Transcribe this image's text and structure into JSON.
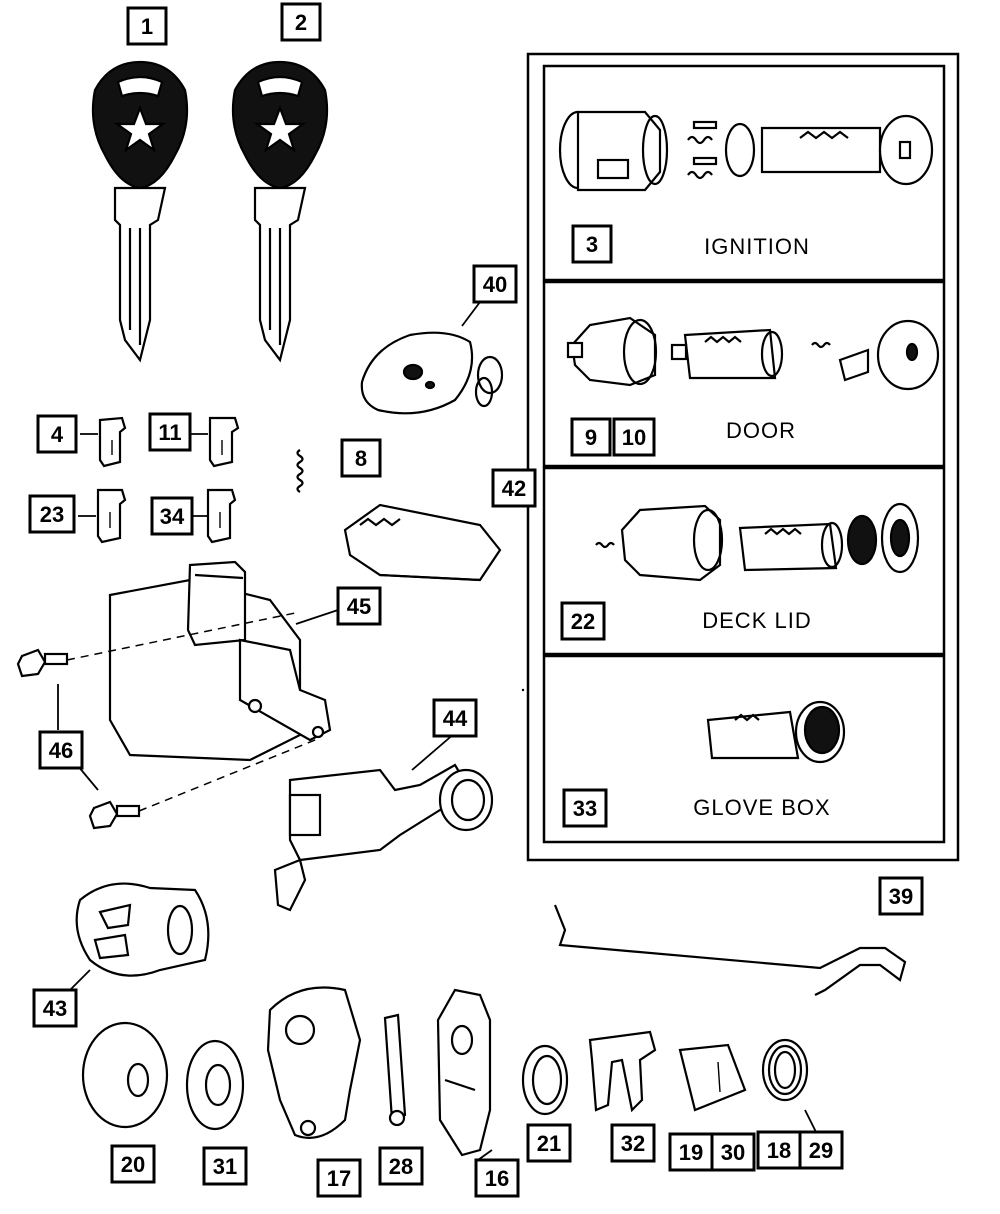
{
  "callouts": {
    "c1": "1",
    "c2": "2",
    "c3": "3",
    "c4": "4",
    "c8": "8",
    "c9": "9",
    "c10": "10",
    "c11": "11",
    "c16": "16",
    "c17": "17",
    "c18": "18",
    "c19": "19",
    "c20": "20",
    "c21": "21",
    "c22": "22",
    "c23": "23",
    "c28": "28",
    "c29": "29",
    "c30": "30",
    "c31": "31",
    "c32": "32",
    "c33": "33",
    "c34": "34",
    "c39": "39",
    "c40": "40",
    "c42": "42",
    "c43": "43",
    "c44": "44",
    "c45": "45",
    "c46": "46"
  },
  "kit_panels": {
    "ignition": "IGNITION",
    "door": "DOOR",
    "deck_lid": "DECK LID",
    "glove_box": "GLOVE BOX"
  },
  "colors": {
    "ink": "#000000",
    "paper": "#ffffff"
  }
}
